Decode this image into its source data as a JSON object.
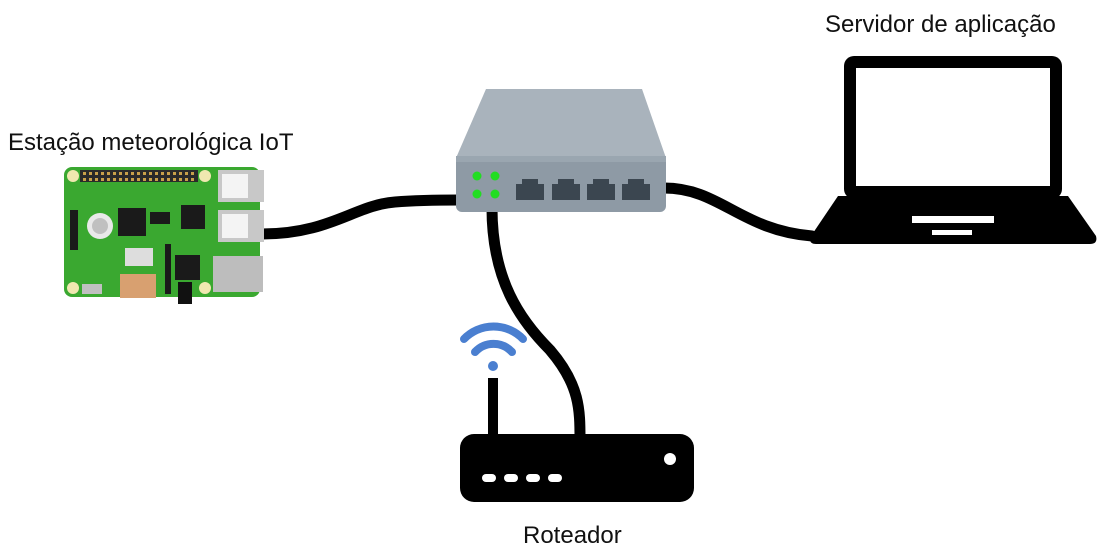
{
  "labels": {
    "iot_station": "Estação meteorológica IoT",
    "app_server": "Servidor de aplicação",
    "router": "Roteador"
  },
  "colors": {
    "cable": "#000000",
    "switch_top": "#a9b3bc",
    "switch_front": "#8e9aa5",
    "switch_led": "#22dd22",
    "wifi": "#4a7fd0",
    "board_green": "#3aa830",
    "device_black": "#000000"
  },
  "icons": {
    "iot_station": "raspberry-pi-board-icon",
    "app_server": "laptop-icon",
    "switch": "network-switch-icon",
    "router": "router-icon",
    "wifi": "wifi-signal-icon"
  }
}
